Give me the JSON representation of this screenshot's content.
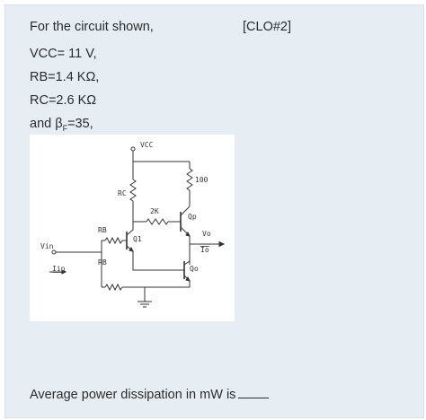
{
  "question": {
    "intro": "For the circuit shown,",
    "tag": "[CLO#2]",
    "vcc": "VCC= 11 V,",
    "rb": "RB=1.4 KΩ,",
    "rc": "RC=2.6 KΩ",
    "beta_prefix": "and  β",
    "beta_sub": "F",
    "beta_suffix": "=35,",
    "ask": "Average power dissipation in mW is"
  },
  "circuit": {
    "vcc_label": "VCC",
    "r100_label": "100",
    "rc_label": "RC",
    "r2k_label": "2K",
    "qp_label": "Qp",
    "vo_label": "Vo",
    "io_label": "Io",
    "rb1_label": "RB",
    "q1_label": "Q1",
    "vin_label": "Vin",
    "rb2_label": "RB",
    "iin_label": "Iin",
    "qo_label": "Qo"
  }
}
